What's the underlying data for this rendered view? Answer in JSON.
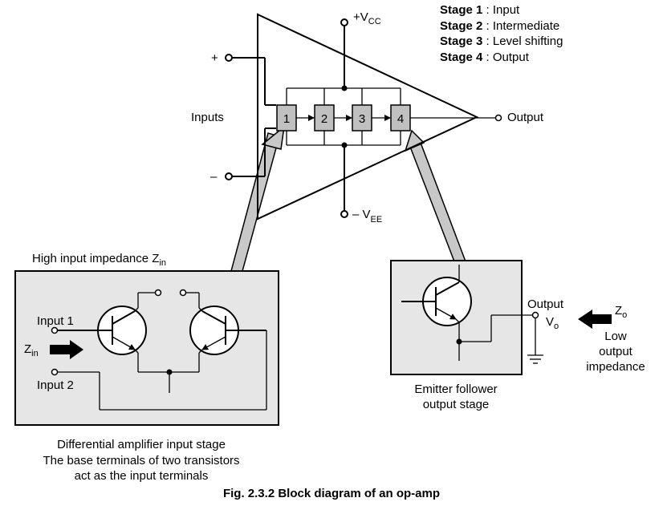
{
  "stages_legend": [
    {
      "name": "Stage 1",
      "desc": " : Input"
    },
    {
      "name": "Stage 2",
      "desc": " : Intermediate"
    },
    {
      "name": "Stage 3",
      "desc": " : Level shifting"
    },
    {
      "name": "Stage 4",
      "desc": " : Output"
    }
  ],
  "opamp": {
    "vcc_prefix": "+V",
    "vcc_sub": "CC",
    "vee_prefix": "– V",
    "vee_sub": "EE",
    "plus": "+",
    "minus": "–",
    "inputs_label": "Inputs",
    "output_label": "Output",
    "blocks": [
      "1",
      "2",
      "3",
      "4"
    ]
  },
  "input_stage": {
    "heading_prefix": "High input impedance Z",
    "heading_sub": "in",
    "input1": "Input 1",
    "input2": "Input 2",
    "zin_prefix": "Z",
    "zin_sub": "in",
    "caption": [
      "Differential amplifier input stage",
      "The base terminals of two transistors",
      "act as the input terminals"
    ]
  },
  "output_stage": {
    "output_label": "Output",
    "vo_prefix": "V",
    "vo_sub": "o",
    "zo_prefix": "Z",
    "zo_sub": "o",
    "impedance": [
      "Low",
      "output",
      "impedance"
    ],
    "caption": [
      "Emitter follower",
      "output stage"
    ]
  },
  "figure_caption": "Fig. 2.3.2 Block diagram of an op-amp",
  "colors": {
    "panel": "#e6e6e6",
    "block": "#c0c0c0",
    "pointer": "#c8c8c8"
  }
}
